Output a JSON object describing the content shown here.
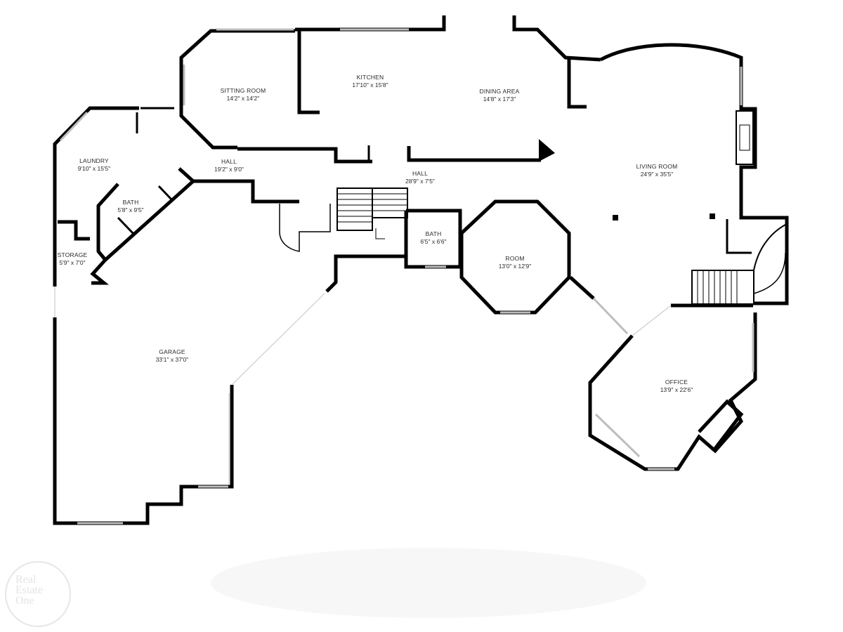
{
  "rooms": [
    {
      "id": "sitting",
      "name": "SITTING ROOM",
      "dims": "14'2\" x 14'2\""
    },
    {
      "id": "kitchen",
      "name": "KITCHEN",
      "dims": "17'10\" x 15'8\""
    },
    {
      "id": "dining",
      "name": "DINING AREA",
      "dims": "14'8\" x 17'3\""
    },
    {
      "id": "laundry",
      "name": "LAUNDRY",
      "dims": "9'10\" x 15'5\""
    },
    {
      "id": "hall1",
      "name": "HALL",
      "dims": "19'2\" x 9'0\""
    },
    {
      "id": "hall2",
      "name": "HALL",
      "dims": "28'9\" x 7'5\""
    },
    {
      "id": "living",
      "name": "LIVING ROOM",
      "dims": "24'9\" x 35'5\""
    },
    {
      "id": "bath1",
      "name": "BATH",
      "dims": "5'8\" x 9'5\""
    },
    {
      "id": "bath2",
      "name": "BATH",
      "dims": "6'5\" x 6'6\""
    },
    {
      "id": "room",
      "name": "ROOM",
      "dims": "13'0\" x 12'9\""
    },
    {
      "id": "storage",
      "name": "STORAGE",
      "dims": "5'9\" x 7'0\""
    },
    {
      "id": "garage",
      "name": "GARAGE",
      "dims": "33'1\" x 37'0\""
    },
    {
      "id": "office",
      "name": "OFFICE",
      "dims": "13'9\" x 22'6\""
    }
  ],
  "watermark": {
    "line1": "Real",
    "line2": "Estate",
    "line3": "One"
  },
  "colors": {
    "wall": "#000000",
    "window": "#bfbfbf",
    "background": "#ffffff"
  }
}
